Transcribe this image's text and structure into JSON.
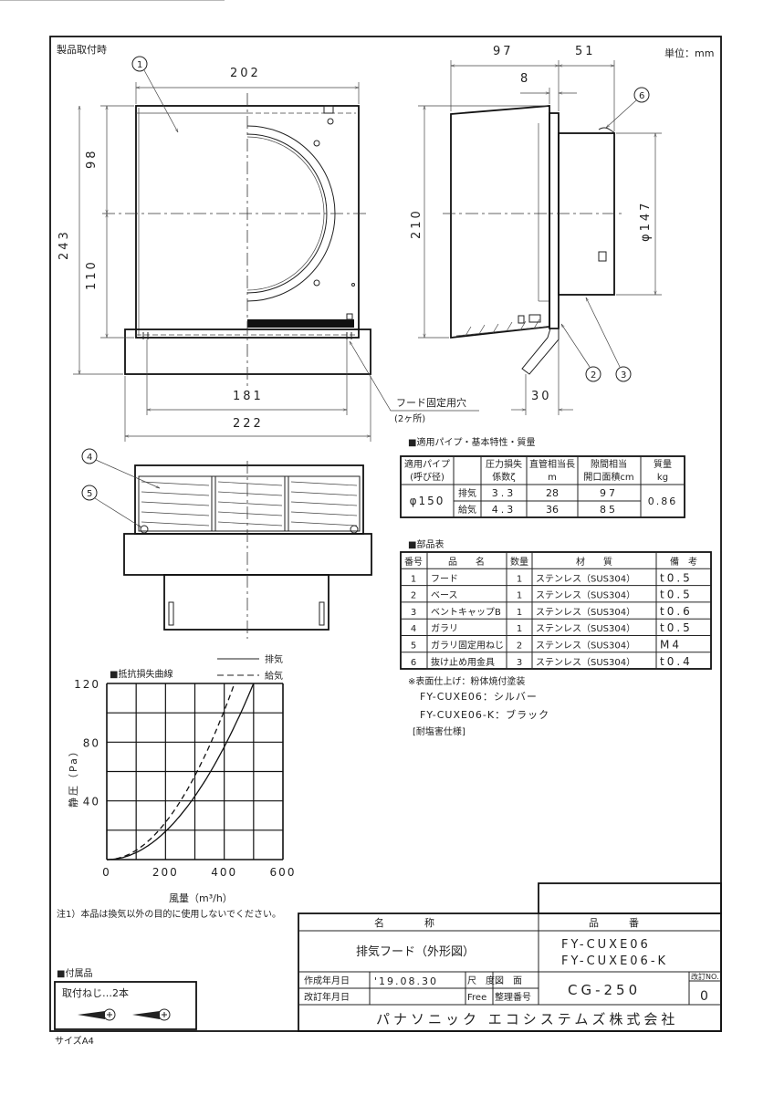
{
  "sheet": {
    "view_label": "製品取付時",
    "unit": "単位：mm",
    "size": "サイズA4",
    "note1": "注1）本品は換気以外の目的に使用しないでください。"
  },
  "front_view": {
    "dims": {
      "width_top": "202",
      "upper": "98",
      "lower": "110",
      "total_h": "243",
      "hole_pitch": "181",
      "base_w": "222"
    },
    "hole_label": "フード固定用穴",
    "hole_count": "(2ヶ所)",
    "balloon": "1"
  },
  "side_view": {
    "dims": {
      "depth": "97",
      "pipe_len": "51",
      "offset": "8",
      "height": "210",
      "pipe_dia": "φ147",
      "drain": "30"
    },
    "balloons": [
      "6",
      "2",
      "3"
    ]
  },
  "bottom_view": {
    "balloons": [
      "4",
      "5"
    ]
  },
  "spec_table": {
    "title": "■適用パイプ・基本特性・質量",
    "headers": [
      [
        "適用パイプ",
        "(呼び径)"
      ],
      [
        "",
        ""
      ],
      [
        "圧力損失",
        "係数ζ"
      ],
      [
        "直管相当長",
        "m"
      ],
      [
        "隙間相当",
        "開口面積cm"
      ],
      [
        "質量",
        "kg"
      ]
    ],
    "pipe": "φ150",
    "rows": [
      {
        "mode": "排気",
        "zeta": "3.3",
        "length": "28",
        "area": "97"
      },
      {
        "mode": "給気",
        "zeta": "4.3",
        "length": "36",
        "area": "85"
      }
    ],
    "mass": "0.86"
  },
  "parts_table": {
    "title": "■部品表",
    "headers": [
      "番号",
      "品　　名",
      "数量",
      "材　　質",
      "備　考"
    ],
    "rows": [
      [
        "1",
        "フード",
        "1",
        "ステンレス（SUS304）",
        "t0.5"
      ],
      [
        "2",
        "ベース",
        "1",
        "ステンレス（SUS304）",
        "t0.5"
      ],
      [
        "3",
        "ベントキャップB",
        "1",
        "ステンレス（SUS304）",
        "t0.6"
      ],
      [
        "4",
        "ガラリ",
        "1",
        "ステンレス（SUS304）",
        "t0.5"
      ],
      [
        "5",
        "ガラリ固定用ねじ",
        "2",
        "ステンレス（SUS304）",
        "M4"
      ],
      [
        "6",
        "抜け止め用金具",
        "3",
        "ステンレス（SUS304）",
        "t0.4"
      ]
    ],
    "notes": [
      "※表面仕上げ：粉体焼付塗装",
      "FY-CUXE06：シルバー",
      "FY-CUXE06-K：ブラック",
      "[耐塩害仕様]"
    ]
  },
  "chart_data": {
    "type": "line",
    "title": "■抵抗損失曲線",
    "xlabel": "風量（m³/h）",
    "ylabel": "静圧（Pa）",
    "xlim": [
      0,
      600
    ],
    "ylim": [
      0,
      120
    ],
    "xticks": [
      "0",
      "200",
      "400",
      "600"
    ],
    "yticks": [
      "40",
      "80",
      "120"
    ],
    "grid": true,
    "legend": "top-right",
    "series": [
      {
        "name": "排気",
        "style": "solid",
        "x": [
          0,
          100,
          200,
          300,
          400,
          500
        ],
        "y": [
          0,
          4.8,
          19.2,
          43.2,
          76.8,
          120
        ]
      },
      {
        "name": "給気",
        "style": "dashed",
        "x": [
          0,
          100,
          200,
          300,
          400,
          435
        ],
        "y": [
          0,
          6.3,
          25.4,
          57.1,
          101.4,
          120
        ]
      }
    ]
  },
  "accessories": {
    "title": "■付属品",
    "item": "取付ねじ…2本"
  },
  "title_block": {
    "name_header": "名　　　　称",
    "number_header": "品　　　番",
    "name": "排気フード（外形図）",
    "models": [
      "FY-CUXE06",
      "FY-CUXE06-K"
    ],
    "created_label": "作成年月日",
    "created": "'19.08.30",
    "revised_label": "改訂年月日",
    "revised": "",
    "scale_label": "尺　度",
    "scale": "Free",
    "drawing_no_label": [
      "図　面",
      "整理番号"
    ],
    "drawing_no": "CG-250",
    "rev_label": "改訂NO.",
    "rev": "0",
    "company": "パナソニック エコシステムズ株式会社"
  }
}
